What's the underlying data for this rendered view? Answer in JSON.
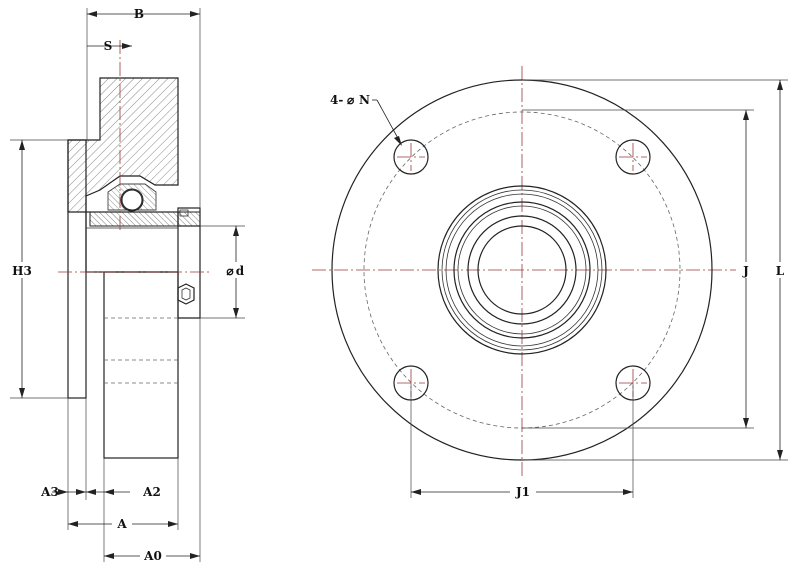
{
  "labels": {
    "B": "B",
    "S": "S",
    "H3": "H3",
    "d": "d",
    "A3": "A3",
    "A2": "A2",
    "A": "A",
    "A0": "A0",
    "N": "4-",
    "N_suffix": "N",
    "J": "J",
    "L": "L",
    "J1": "J1"
  },
  "symbols": {
    "diameter": "⌀"
  }
}
